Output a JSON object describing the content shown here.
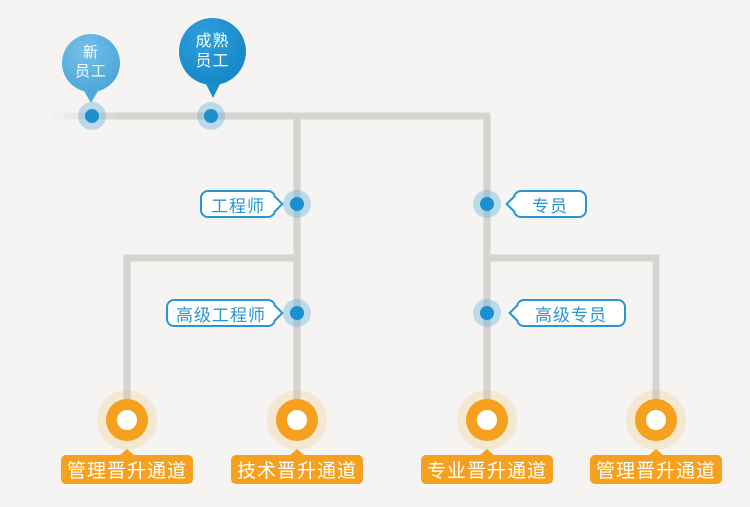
{
  "colors": {
    "background": "#f5f4f2",
    "connector_gray": "#d6d4d1",
    "accent_blue": "#2796d2",
    "dot_blue": "#1b8fd0",
    "balloon_light_blue": "#4fa9d9",
    "balloon_dark_blue": "#1a8ecb",
    "accent_orange": "#f5a11f"
  },
  "employee_nodes": [
    {
      "id": "new-employee",
      "line1": "新",
      "line2": "员工"
    },
    {
      "id": "mature-employee",
      "line1": "成熟",
      "line2": "员工"
    }
  ],
  "role_labels": [
    {
      "id": "engineer",
      "text": "工程师"
    },
    {
      "id": "specialist",
      "text": "专员"
    },
    {
      "id": "senior-engineer",
      "text": "高级工程师"
    },
    {
      "id": "senior-specialist",
      "text": "高级专员"
    }
  ],
  "channel_labels": [
    {
      "id": "management-left",
      "text": "管理晋升通道"
    },
    {
      "id": "technical",
      "text": "技术晋升通道"
    },
    {
      "id": "professional",
      "text": "专业晋升通道"
    },
    {
      "id": "management-right",
      "text": "管理晋升通道"
    }
  ]
}
